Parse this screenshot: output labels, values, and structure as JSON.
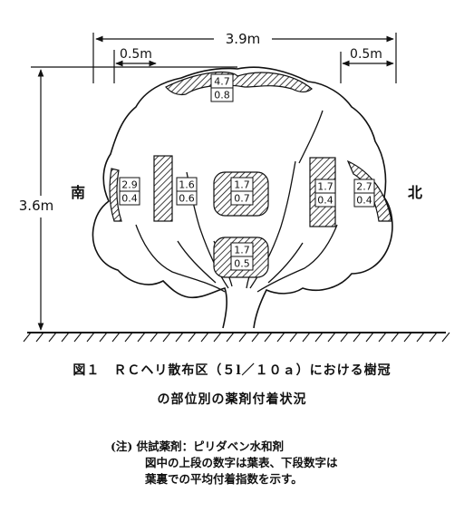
{
  "dimensions": {
    "overall_width": "3.9m",
    "height": "3.6m",
    "left_offset": "0.5m",
    "right_offset": "0.5m"
  },
  "directions": {
    "south": "南",
    "north": "北"
  },
  "positions": [
    {
      "id": "top",
      "upper": "4.7",
      "lower": "0.8"
    },
    {
      "id": "south-outer",
      "upper": "2.9",
      "lower": "0.4"
    },
    {
      "id": "south-inner",
      "upper": "1.6",
      "lower": "0.6"
    },
    {
      "id": "center-upper",
      "upper": "1.7",
      "lower": "0.7"
    },
    {
      "id": "center-lower",
      "upper": "1.7",
      "lower": "0.5"
    },
    {
      "id": "north-inner",
      "upper": "1.7",
      "lower": "0.4"
    },
    {
      "id": "north-outer",
      "upper": "2.7",
      "lower": "0.4"
    }
  ],
  "caption": {
    "line1": "図１　ＲＣヘリ散布区（５l／１０ａ）における樹冠",
    "line2": "の部位別の薬剤付着状況"
  },
  "note": {
    "line1": "(注) 供試薬剤：ピリダベン水和剤",
    "line2": "図中の上段の数字は葉表、下段数字は",
    "line3": "葉裏での平均付着指数を示す。"
  }
}
